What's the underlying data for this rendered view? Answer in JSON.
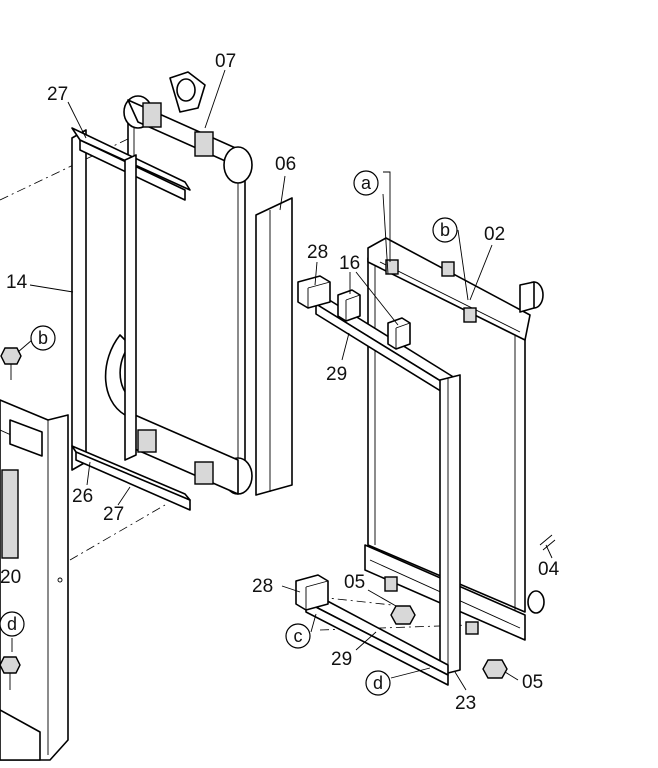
{
  "part_labels": {
    "p07": "07",
    "p27_top": "27",
    "p06": "06",
    "p14": "14",
    "p02": "02",
    "p28_top": "28",
    "p16": "16",
    "p29_top": "29",
    "p26": "26",
    "p27_bottom": "27",
    "p20": "20",
    "p04": "04",
    "p28_bottom": "28",
    "p05_mid": "05",
    "p29_bottom": "29",
    "p05_right": "05",
    "p23": "23"
  },
  "callouts": {
    "a": "a",
    "b_top": "b",
    "b_left": "b",
    "c": "c",
    "d_bottom": "d",
    "d_left": "d"
  }
}
